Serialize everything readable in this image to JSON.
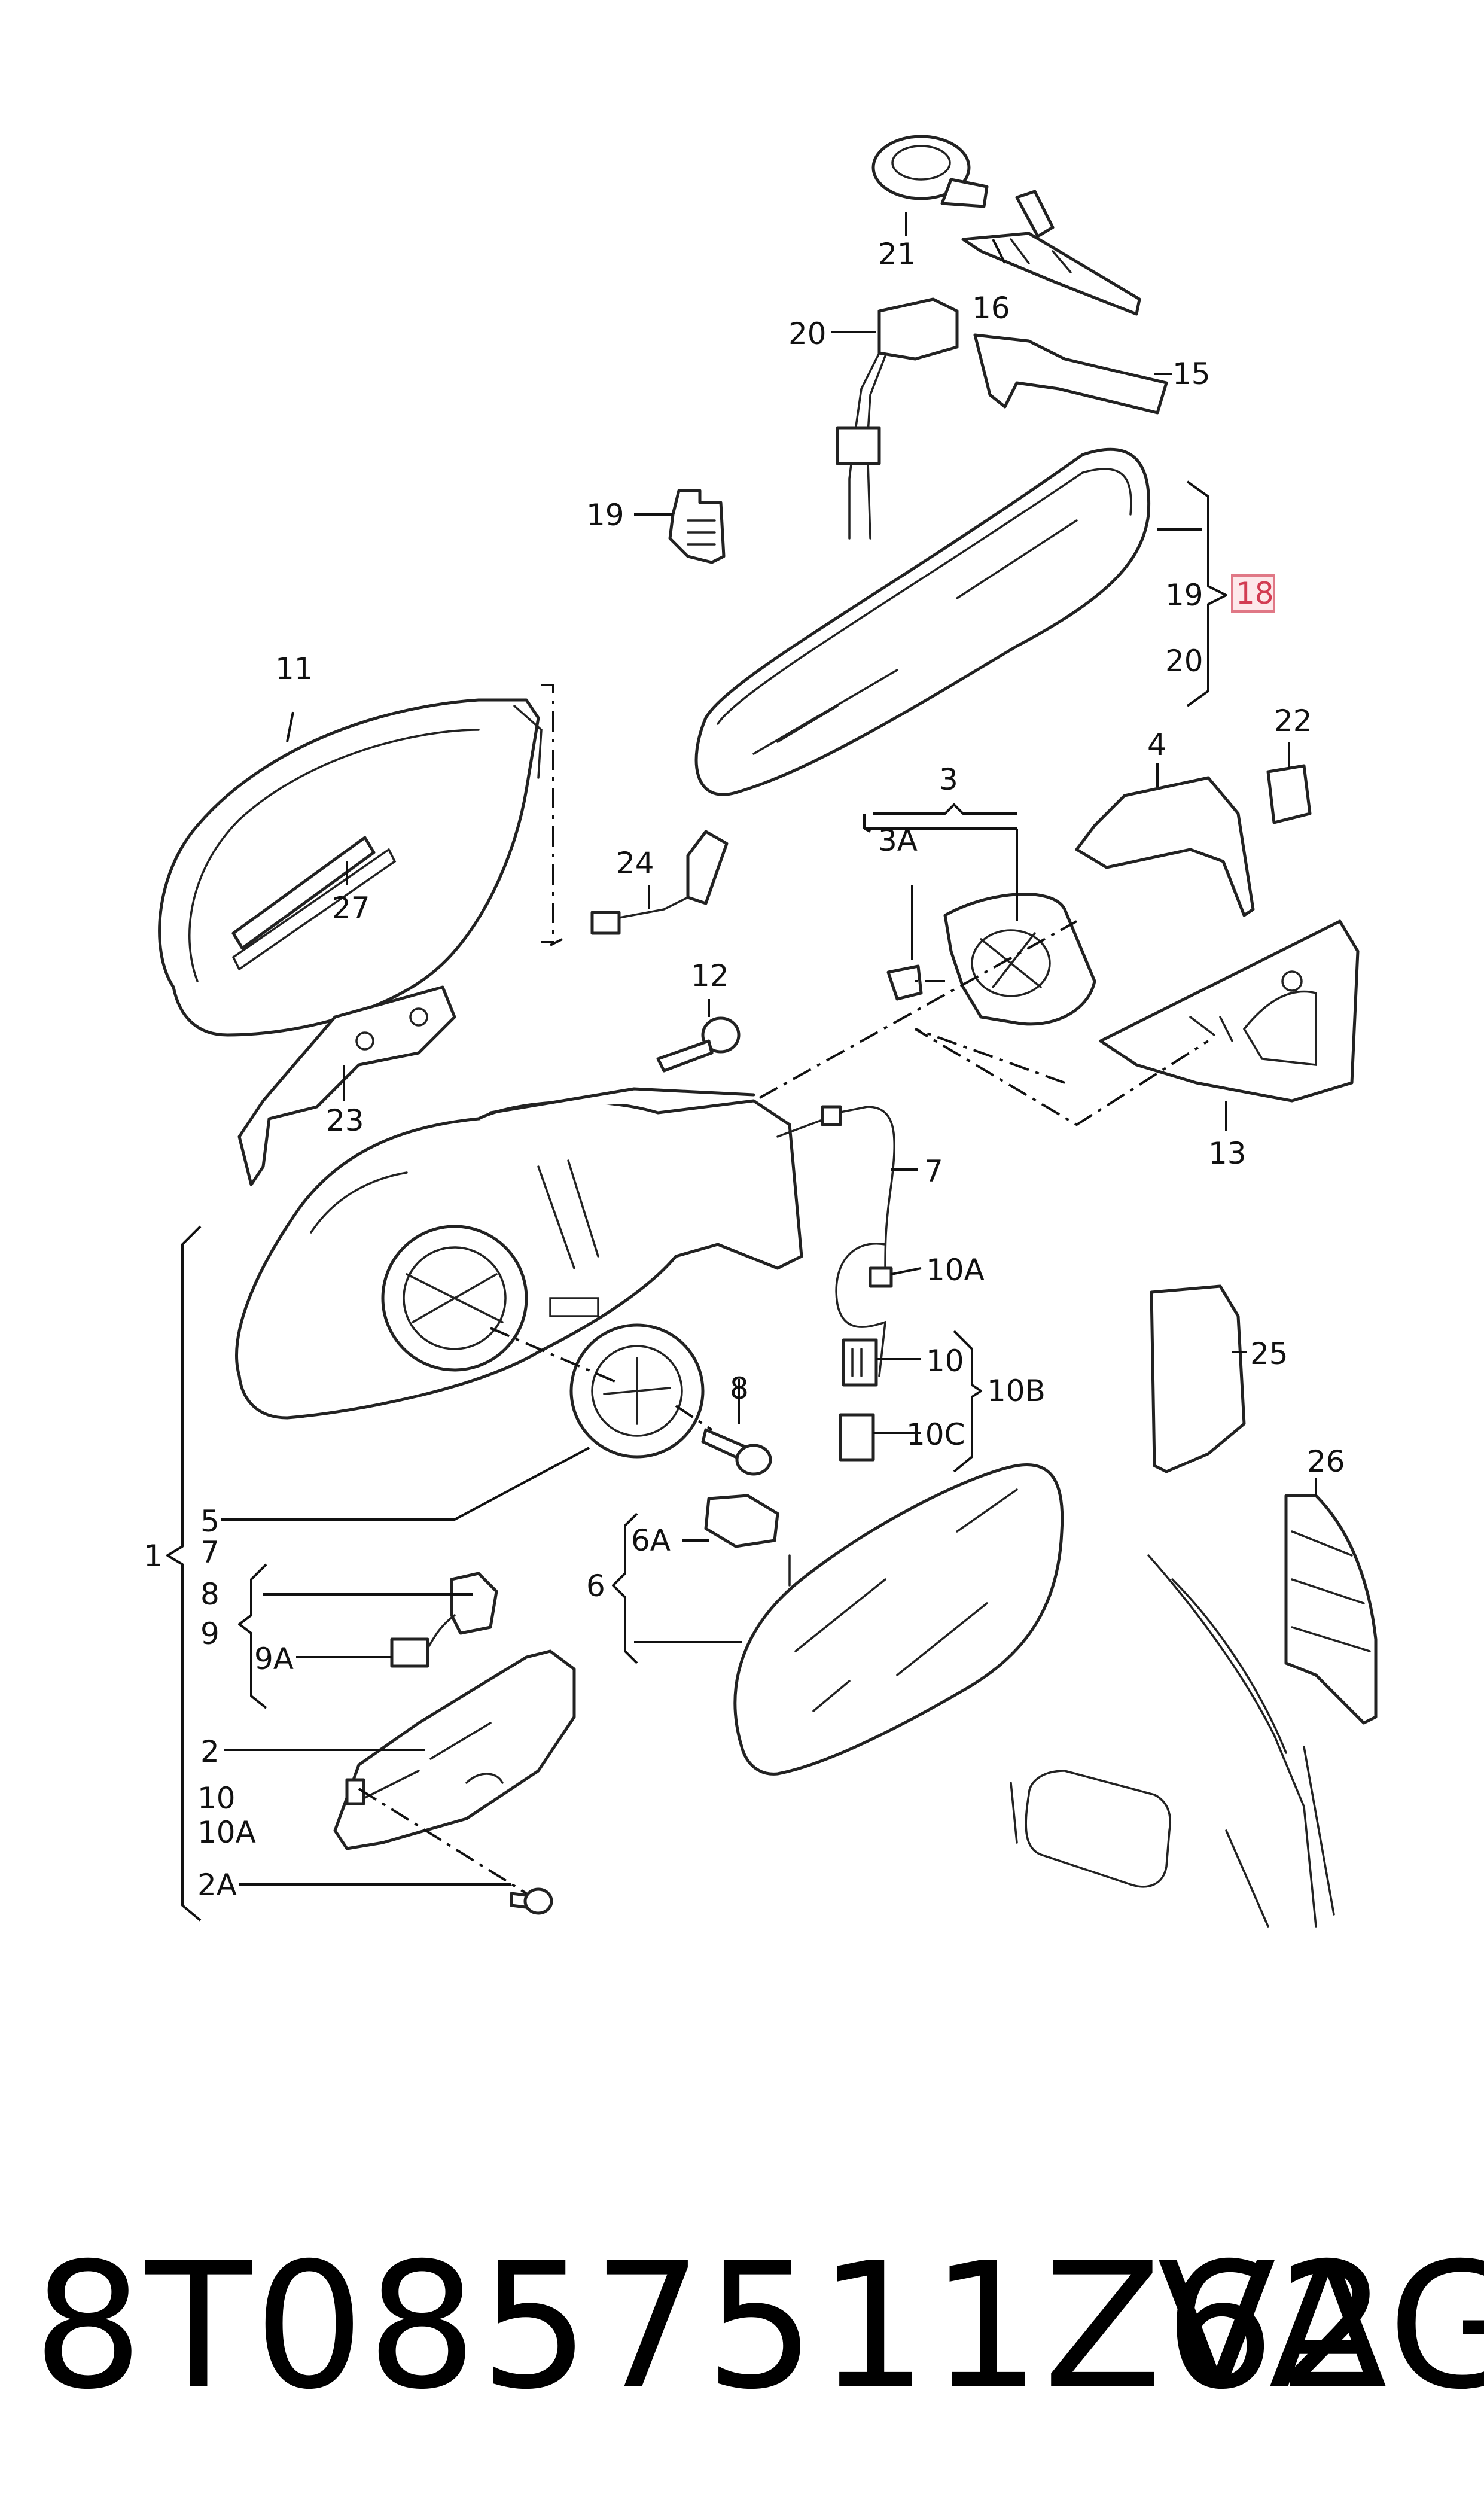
{
  "diagram": {
    "labels": {
      "p1": "1",
      "p2": "2",
      "p2A": "2A",
      "p3": "3",
      "p3A": "3A",
      "p4": "4",
      "p5": "5",
      "p6": "6",
      "p6A": "6A",
      "p7_side": "7",
      "p7_group": "7",
      "p8_group": "8",
      "p8_screw": "8",
      "p9": "9",
      "p9A": "9A",
      "p10_group": "10",
      "p10A_group": "10A",
      "p10_conn": "10",
      "p10A_conn": "10A",
      "p10B": "10B",
      "p10C": "10C",
      "p11": "11",
      "p12": "12",
      "p13": "13",
      "p15": "15",
      "p16": "16",
      "p18": "18",
      "p19_sensor": "19",
      "p19_group": "19",
      "p20_conn": "20",
      "p20_group": "20",
      "p21": "21",
      "p22": "22",
      "p23": "23",
      "p24": "24",
      "p25": "25",
      "p26": "26",
      "p27": "27"
    }
  },
  "footer": {
    "part_number": "8T0857511Z62",
    "brand": "VAG"
  },
  "colors": {
    "line": "#222222",
    "highlight_fill": "#fde8ea",
    "highlight_border": "#e07886",
    "highlight_text": "#d23c52"
  }
}
